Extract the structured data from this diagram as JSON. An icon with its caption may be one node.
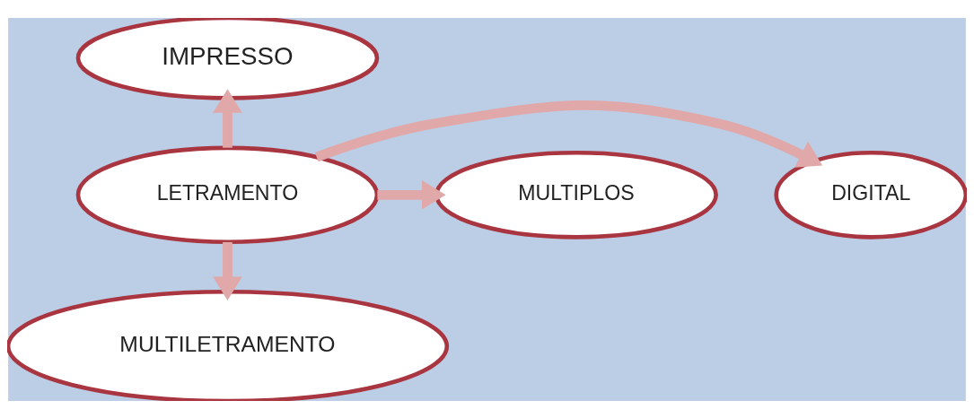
{
  "diagram": {
    "nodes": [
      {
        "text": [
          "IMPRESSO"
        ]
      },
      {
        "text": [
          "DIGITAL"
        ]
      },
      {
        "text": [
          "LETRAMENTO"
        ]
      },
      {
        "text": [
          "MULTIPLOS"
        ]
      },
      {
        "text": [
          "MULTILETRAMENTO"
        ]
      }
    ],
    "edges": [
      {
        "from": 2,
        "to": 0,
        "arrow": "to"
      },
      {
        "from": 2,
        "to": 1,
        "arrow": "to"
      },
      {
        "from": 2,
        "to": 3,
        "arrow": "to"
      },
      {
        "from": 2,
        "to": 4,
        "arrow": "to"
      }
    ]
  }
}
